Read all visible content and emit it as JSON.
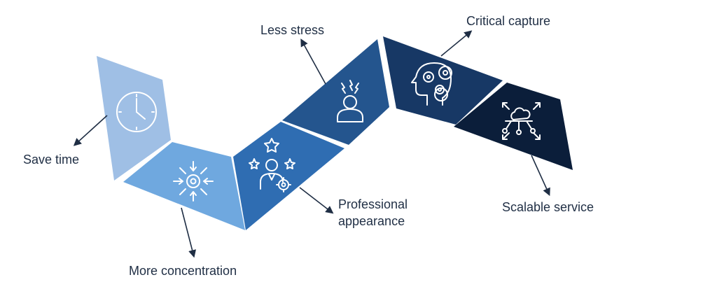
{
  "diagram": {
    "steps": [
      {
        "label": "Save time",
        "icon": "clock-icon",
        "color": "#9fbfe5"
      },
      {
        "label": "More concentration",
        "icon": "focus-target-icon",
        "color": "#6fa8df"
      },
      {
        "label_lines": [
          "Professional",
          "appearance"
        ],
        "icon": "professional-person-icon",
        "color": "#2f6db2"
      },
      {
        "label": "Less stress",
        "icon": "stressed-person-icon",
        "color": "#24558e"
      },
      {
        "label": "Critical capture",
        "icon": "brain-gears-icon",
        "color": "#173865"
      },
      {
        "label": "Scalable service",
        "icon": "scalable-network-icon",
        "color": "#0b1e3a"
      }
    ],
    "text_color": "#1f2e44",
    "arrow_color": "#1f2e44"
  }
}
